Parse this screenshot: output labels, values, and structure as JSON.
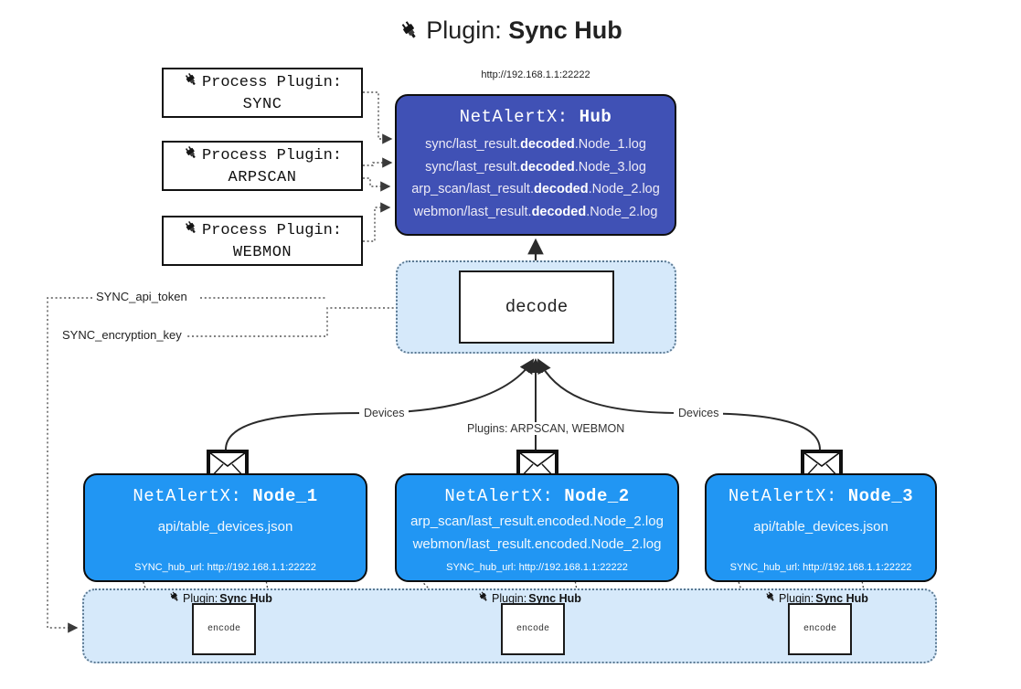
{
  "header": {
    "icon": "plug-icon",
    "prefix": "Plugin: ",
    "title": "Sync Hub"
  },
  "hub": {
    "url": "http://192.168.1.1:22222",
    "title_prefix": "NetAlertX: ",
    "title_name": "Hub",
    "bg_color": "#4051b5",
    "logs": [
      {
        "pre": "sync/last_result.",
        "mid": "decoded",
        "post": ".Node_1.log"
      },
      {
        "pre": "sync/last_result.",
        "mid": "decoded",
        "post": ".Node_3.log"
      },
      {
        "pre": "arp_scan/last_result.",
        "mid": "decoded",
        "post": ".Node_2.log"
      },
      {
        "pre": "webmon/last_result.",
        "mid": "decoded",
        "post": ".Node_2.log"
      }
    ]
  },
  "process_plugins": [
    {
      "icon": "plug-icon",
      "line1": "Process Plugin:",
      "line2": "SYNC"
    },
    {
      "icon": "plug-icon",
      "line1": "Process Plugin:",
      "line2": "ARPSCAN"
    },
    {
      "icon": "plug-icon",
      "line1": "Process Plugin:",
      "line2": "WEBMON"
    }
  ],
  "decode": {
    "label": "decode",
    "band_color": "#d6e9fa"
  },
  "keys": [
    {
      "label": "SYNC_api_token"
    },
    {
      "label": "SYNC_encryption_key"
    }
  ],
  "edge_labels": {
    "devices_left": "Devices",
    "devices_right": "Devices",
    "plugins_center": "Plugins: ARPSCAN, WEBMON"
  },
  "nodes": [
    {
      "title_prefix": "NetAlertX: ",
      "title_name": "Node_1",
      "lines": [
        "api/table_devices.json"
      ],
      "footer": "SYNC_hub_url: http://192.168.1.1:22222",
      "bg_color": "#2196f3",
      "envelope": "envelope-icon"
    },
    {
      "title_prefix": "NetAlertX: ",
      "title_name": "Node_2",
      "lines": [
        "arp_scan/last_result.encoded.Node_2.log",
        "webmon/last_result.encoded.Node_2.log"
      ],
      "footer": "SYNC_hub_url: http://192.168.1.1:22222",
      "bg_color": "#2196f3",
      "envelope": "envelope-icon"
    },
    {
      "title_prefix": "NetAlertX: ",
      "title_name": "Node_3",
      "lines": [
        "api/table_devices.json"
      ],
      "footer": "SYNC_hub_url: http://192.168.1.1:22222",
      "bg_color": "#2196f3",
      "envelope": "envelope-icon"
    }
  ],
  "encoders": [
    {
      "icon": "plug-icon",
      "label_prefix": "Plugin: ",
      "label_name": "Sync Hub",
      "box": "encode"
    },
    {
      "icon": "plug-icon",
      "label_prefix": "Plugin: ",
      "label_name": "Sync Hub",
      "box": "encode"
    },
    {
      "icon": "plug-icon",
      "label_prefix": "Plugin: ",
      "label_name": "Sync Hub",
      "box": "encode"
    }
  ]
}
